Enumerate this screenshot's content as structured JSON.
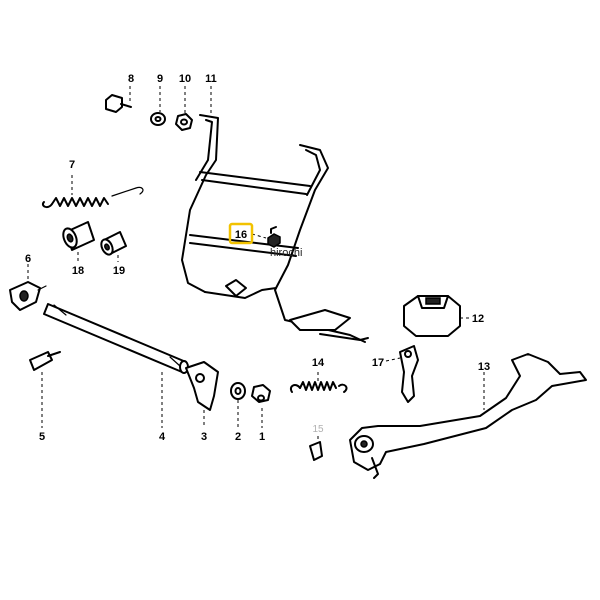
{
  "watermark": "hirochi",
  "highlight_color": "#f2c200",
  "callouts": {
    "p1": "1",
    "p2": "2",
    "p3": "3",
    "p4": "4",
    "p5": "5",
    "p6": "6",
    "p7": "7",
    "p8": "8",
    "p9": "9",
    "p10": "10",
    "p11": "11",
    "p12": "12",
    "p13": "13",
    "p14": "14",
    "p15": "15",
    "p16": "16",
    "p17": "17",
    "p18": "18",
    "p19": "19"
  }
}
